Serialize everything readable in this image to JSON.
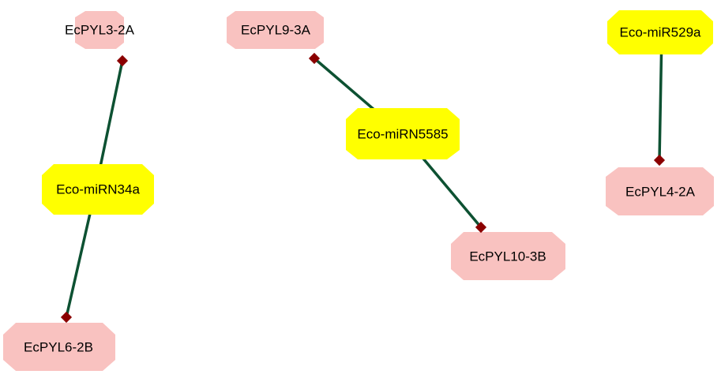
{
  "colors": {
    "mirna_fill": "#ffff00",
    "target_fill": "#f9c2c0",
    "edge": "#0d5132",
    "arrowhead": "#8b0000"
  },
  "nodes": [
    {
      "id": "n1",
      "label": "EcPYL3-2A",
      "kind": "target"
    },
    {
      "id": "n2",
      "label": "EcPYL9-3A",
      "kind": "target"
    },
    {
      "id": "n3",
      "label": "Eco-miR529a",
      "kind": "mirna"
    },
    {
      "id": "n4",
      "label": "Eco-miRN5585",
      "kind": "mirna"
    },
    {
      "id": "n5",
      "label": "Eco-miRN34a",
      "kind": "mirna"
    },
    {
      "id": "n6",
      "label": "EcPYL4-2A",
      "kind": "target"
    },
    {
      "id": "n7",
      "label": "EcPYL10-3B",
      "kind": "target"
    },
    {
      "id": "n8",
      "label": "EcPYL6-2B",
      "kind": "target"
    }
  ],
  "edges": [
    {
      "source": "Eco-miRN34a",
      "target": "EcPYL3-2A"
    },
    {
      "source": "Eco-miRN34a",
      "target": "EcPYL6-2B"
    },
    {
      "source": "Eco-miRN5585",
      "target": "EcPYL9-3A"
    },
    {
      "source": "Eco-miRN5585",
      "target": "EcPYL10-3B"
    },
    {
      "source": "Eco-miR529a",
      "target": "EcPYL4-2A"
    }
  ]
}
